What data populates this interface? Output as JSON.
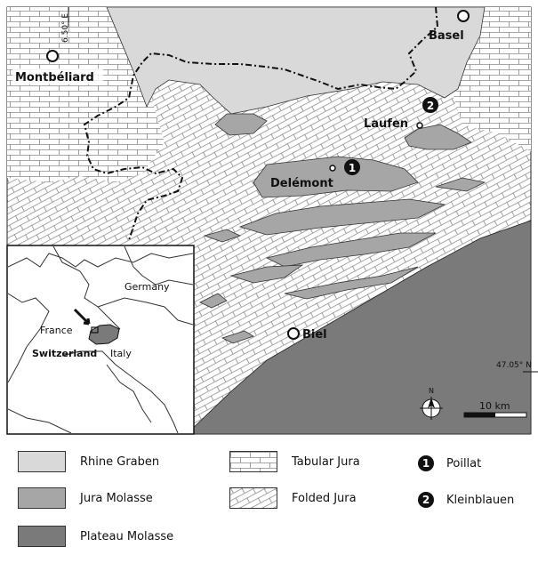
{
  "coordinates": {
    "lon_label": "6.50° E",
    "lat_label": "47.05° N"
  },
  "cities": {
    "montbeliard": "Montbéliard",
    "basel": "Basel",
    "laufen": "Laufen",
    "delemont": "Delémont",
    "biel": "Biel"
  },
  "sites": [
    {
      "number": "1",
      "name": "Poillat"
    },
    {
      "number": "2",
      "name": "Kleinblauen"
    }
  ],
  "inset": {
    "countries": {
      "germany": "Germany",
      "france": "France",
      "switzerland": "Switzerland",
      "italy": "Italy"
    }
  },
  "north_arrow": "N",
  "scale_bar": "10 km",
  "legend": {
    "rhine_graben": "Rhine Graben",
    "jura_molasse": "Jura Molasse",
    "plateau_molasse": "Plateau Molasse",
    "tabular_jura": "Tabular Jura",
    "folded_jura": "Folded Jura"
  },
  "colors": {
    "rhine_graben": "#d9d9d9",
    "jura_molasse": "#a6a6a6",
    "plateau_molasse": "#7a7a7a",
    "tabular_jura": "#ffffff",
    "folded_jura": "#ffffff",
    "border": "#111111"
  }
}
